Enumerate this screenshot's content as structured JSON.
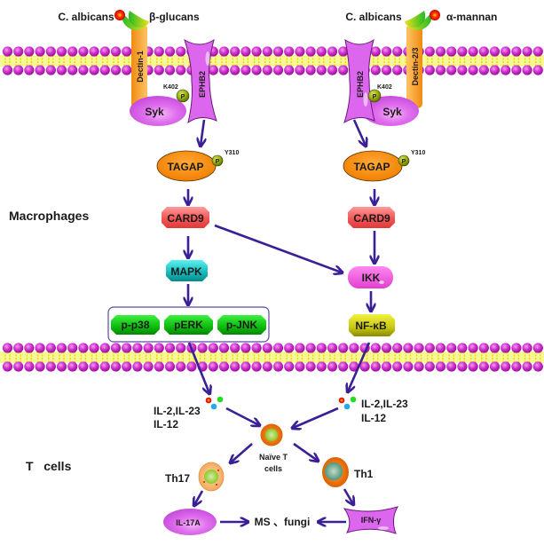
{
  "receptors": {
    "left": {
      "pathogen": "C. albicans",
      "ligand": "β-glucans",
      "receptor": "Dectin-1",
      "coreceptor": "EPHB2",
      "kinase": "Syk",
      "phospho_site": "K402",
      "phospho_label": "P"
    },
    "right": {
      "pathogen": "C. albicans",
      "ligand": "α-mannan",
      "receptor": "Dectin-2/3",
      "coreceptor": "EPHB2",
      "kinase": "Syk",
      "phospho_site": "K402",
      "phospho_label": "P"
    }
  },
  "section_labels": {
    "macrophages": "Macrophages",
    "t_cells": "T   cells"
  },
  "pathway": {
    "left": {
      "tagap": "TAGAP",
      "tagap_site": "Y310",
      "tagap_phospho": "P",
      "card9": "CARD9",
      "mapk": "MAPK",
      "mapk_targets": [
        "p-p38",
        "pERK",
        "p-JNK"
      ]
    },
    "right": {
      "tagap": "TAGAP",
      "tagap_site": "Y310",
      "tagap_phospho": "P",
      "card9": "CARD9",
      "ikk": "IKK",
      "nfkb": "NF-κB"
    }
  },
  "cytokines": {
    "left_line1": "IL-2,IL-23",
    "left_line2": "IL-12",
    "right_line1": "IL-2,IL-23",
    "right_line2": "IL-12"
  },
  "t_cells": {
    "naive_line1": "Naïve T",
    "naive_line2": "cells",
    "th17": "Th17",
    "th1": "Th1",
    "il17a": "IL-17A",
    "ifng": "IFN-γ",
    "outcome": "MS 、fungi"
  },
  "colors": {
    "membrane_head": "#cc33cc",
    "membrane_tail": "#f0f040",
    "arrow": "#3a1f96",
    "receptor_orange": "#f5a030",
    "purple_protein": "#dd66ee",
    "tagap": "#f7941d",
    "card9": "#f06a6a",
    "mapk": "#20c0c0",
    "mapk_targets": "#10c010",
    "ikk": "#ee55dd",
    "nfkb": "#d8d820",
    "phospho": "#8aa000"
  }
}
